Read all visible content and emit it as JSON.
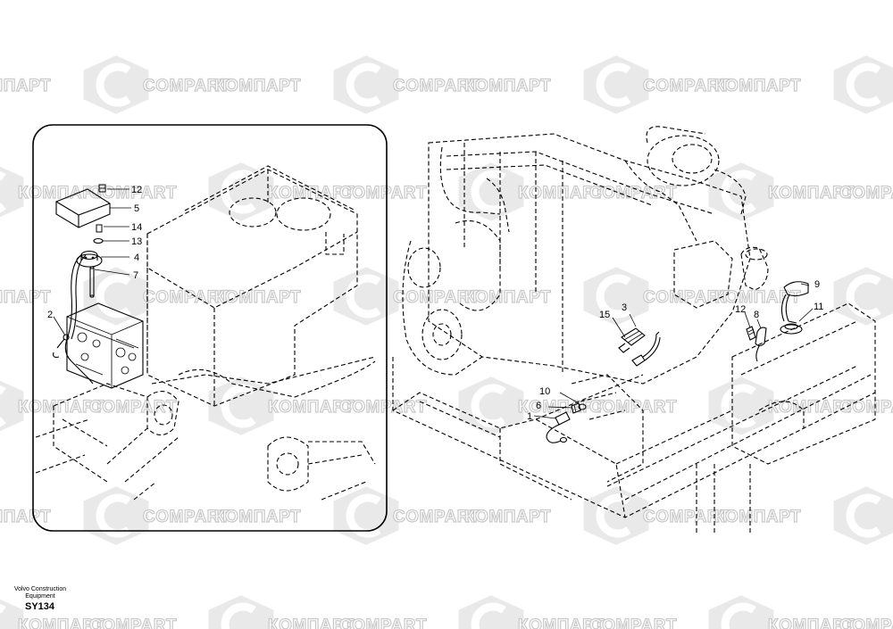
{
  "watermark": {
    "brand_latin": "COMPART",
    "brand_cyrillic": "КОМПАРТ",
    "color": "#c9c9c9"
  },
  "caption": {
    "publisher_line1": "Volvo Construction",
    "publisher_line2": "Equipment",
    "code": "SY134"
  },
  "callouts": {
    "c12_inset": "12",
    "c5": "5",
    "c14": "14",
    "c13": "13",
    "c4": "4",
    "c7": "7",
    "c2": "2",
    "c15": "15",
    "c3": "3",
    "c10": "10",
    "c6": "6",
    "c1": "1",
    "c9": "9",
    "c12_main": "12",
    "c8": "8",
    "c11": "11"
  }
}
